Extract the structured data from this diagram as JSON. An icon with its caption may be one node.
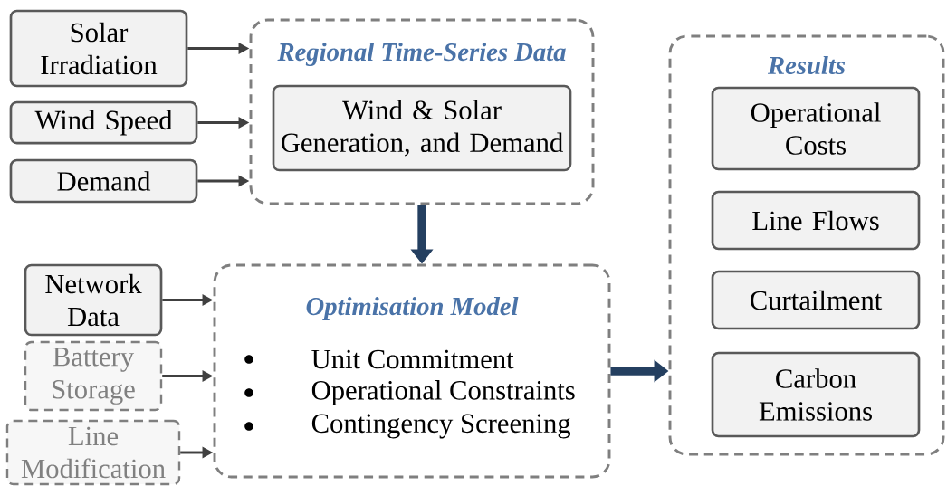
{
  "diagram": {
    "nodes": [
      {
        "text": [
          "Solar Irradiation"
        ]
      },
      {
        "text": [
          "Wind Speed"
        ]
      },
      {
        "text": [
          "Demand"
        ]
      },
      {
        "text": [
          "Regional Time-Series Data"
        ]
      },
      {
        "text": [
          "Wind  & Solar Generation, and Demand"
        ],
        "in": 3
      },
      {
        "text": [
          "Network Data"
        ]
      },
      {
        "text": [
          "Battery Storage"
        ]
      },
      {
        "text": [
          "Line Modification"
        ]
      },
      {
        "text": [
          "Optimisation Model",
          "Unit Commitment",
          "Operational Constraints",
          "Contingency Screening"
        ]
      },
      {
        "text": [
          "Results"
        ]
      },
      {
        "text": [
          "Operational Costs"
        ],
        "in": 9
      },
      {
        "text": [
          "Line Flows"
        ],
        "in": 9
      },
      {
        "text": [
          "Curtailment"
        ],
        "in": 9
      },
      {
        "text": [
          "Carbon Emissions"
        ],
        "in": 9
      }
    ],
    "edges": [
      {
        "from": 0,
        "to": 3,
        "arrow": "to"
      },
      {
        "from": 1,
        "to": 3,
        "arrow": "to"
      },
      {
        "from": 2,
        "to": 3,
        "arrow": "to"
      },
      {
        "from": 3,
        "to": 8,
        "arrow": "to",
        "style": "thick",
        "color": "#243f60"
      },
      {
        "from": 5,
        "to": 8,
        "arrow": "to"
      },
      {
        "from": 6,
        "to": 8,
        "arrow": "to"
      },
      {
        "from": 7,
        "to": 8,
        "arrow": "to"
      },
      {
        "from": 8,
        "to": 9,
        "arrow": "to",
        "style": "thick",
        "color": "#243f60"
      }
    ]
  }
}
